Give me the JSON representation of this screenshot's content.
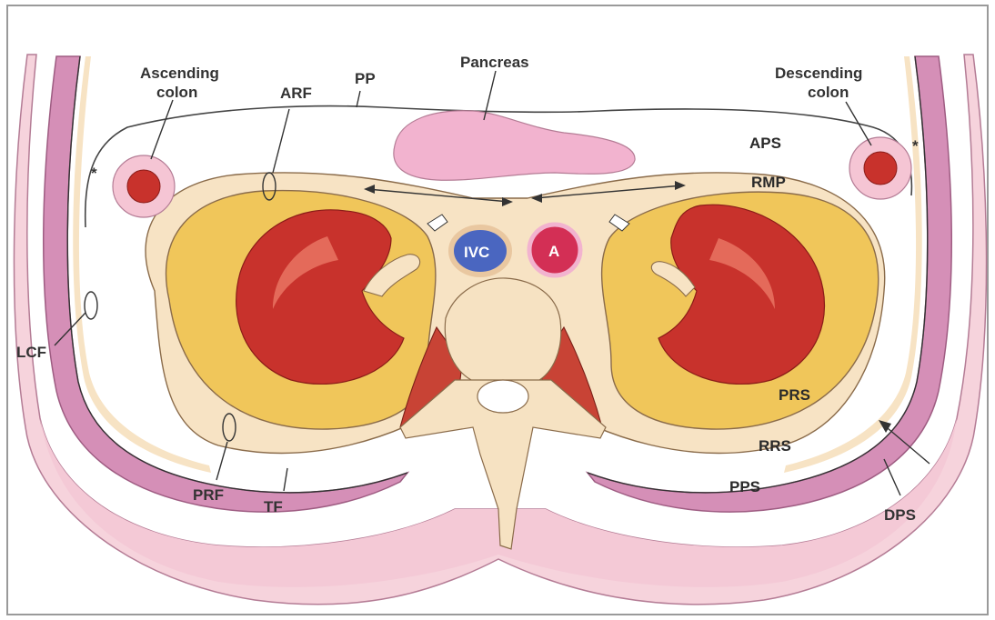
{
  "labels": {
    "ascending_colon_line1": "Ascending",
    "ascending_colon_line2": "colon",
    "descending_colon_line1": "Descending",
    "descending_colon_line2": "colon",
    "pancreas": "Pancreas",
    "arf": "ARF",
    "pp": "PP",
    "aps": "APS",
    "rmp": "RMP",
    "ivc": "IVC",
    "aorta": "A",
    "lcf": "LCF",
    "prf": "PRF",
    "tf": "TF",
    "prs": "PRS",
    "rrs": "RRS",
    "pps": "PPS",
    "dps": "DPS",
    "star_left": "*",
    "star_right": "*"
  },
  "colors": {
    "skin": "#f6d3dc",
    "muscle_wall": "#d58fb7",
    "muscle_wall_dark": "#c479a7",
    "fascia_cream": "#f7e3c4",
    "perirenal_fat": "#f0c65a",
    "kidney": "#c8322c",
    "kidney_light": "#e46a5a",
    "vertebra": "#f6e2c2",
    "psoas": "#c84335",
    "pancreas": "#f2b3cf",
    "ivc": "#4a66c0",
    "aorta": "#d32f55",
    "colon": "#f5c5d4"
  }
}
